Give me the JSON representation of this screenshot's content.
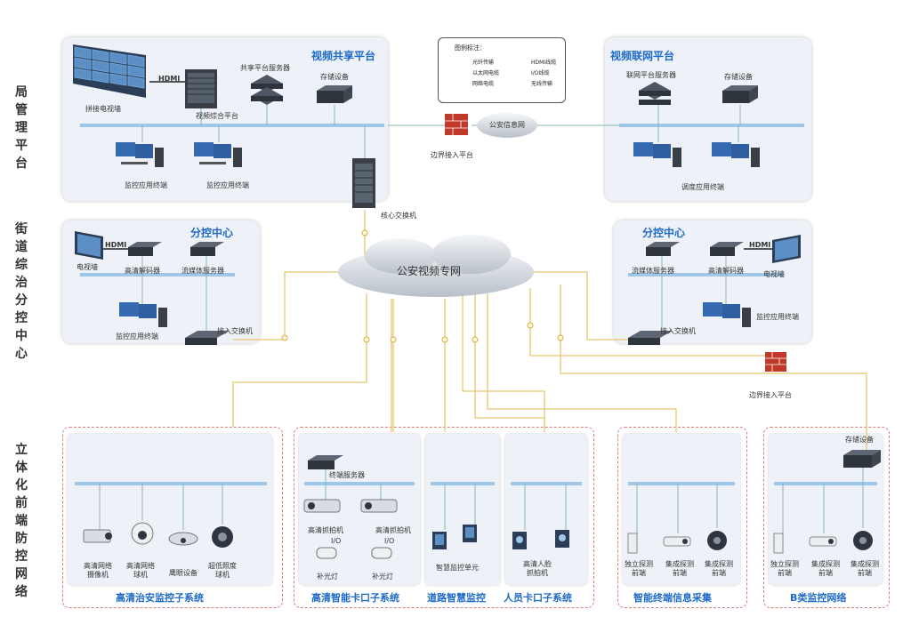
{
  "side_labels": {
    "bureau": "局管理平台",
    "street": "街道综治分控中心",
    "front": "立体化前端防控网络"
  },
  "panels": {
    "video_share": "视频共享平台",
    "video_network": "视频联网平台",
    "sub_center_left": "分控中心",
    "sub_center_right": "分控中心"
  },
  "legend": {
    "title": "图例标注：",
    "items": [
      "光纤传输",
      "HDMI线缆",
      "以太网电缆",
      "I/O线缆",
      "网络电缆",
      "无线传输"
    ]
  },
  "labels": {
    "video_wall": "拼接电视墙",
    "hdmi": "HDMI",
    "video_platform": "视频综合平台",
    "share_server": "共享平台服务器",
    "storage_left": "存储设备",
    "monitor_term_1": "监控应用终端",
    "monitor_term_2": "监控应用终端",
    "core_switch": "核心交换机",
    "border_access_top": "边界接入平台",
    "police_net": "公安信息网",
    "net_server": "联网平台服务器",
    "storage_right": "存储设备",
    "dispatch_term": "调度应用终端",
    "tv_wall_left": "电视墙",
    "hdmi_left": "HDMI",
    "hd_decoder_left": "高清解码器",
    "stream_server_left": "流媒体服务器",
    "monitor_term_left": "监控应用终端",
    "access_switch_left": "接入交换机",
    "police_video_net": "公安视频专网",
    "stream_server_right": "流媒体服务器",
    "hd_decoder_right": "高清解码器",
    "hdmi_right": "HDMI",
    "tv_wall_right": "电视墙",
    "monitor_term_right": "监控应用终端",
    "access_switch_right": "接入交换机",
    "border_access_bottom": "边界接入平台",
    "terminal_server": "终端服务器",
    "hd_capture_1": "高清抓拍机",
    "hd_capture_2": "高清抓拍机",
    "io_1": "I/O",
    "io_2": "I/O",
    "fill_light_1": "补光灯",
    "fill_light_2": "补光灯",
    "smart_unit": "智慧监控单元",
    "face_capture": "高清人脸\n抓拍机",
    "cam_1": "高清网络\n摄像机",
    "cam_2": "高清网络\n球机",
    "cam_3": "鹰眼设备",
    "cam_4": "超低照度\n球机",
    "probe_1a": "独立探测\n前端",
    "probe_1b": "集成探测\n前端",
    "probe_1c": "集成探测\n前端",
    "storage_b": "存储设备",
    "probe_2a": "独立探测\n前端",
    "probe_2b": "集成探测\n前端",
    "probe_2c": "集成探测\n前端"
  },
  "subsystems": {
    "hd_security": "高清治安监控子系统",
    "hd_checkpoint": "高清智能卡口子系统",
    "road_monitor": "道路智慧监控",
    "person_checkpoint": "人员卡口子系统",
    "smart_terminal": "智能终端信息采集",
    "class_b": "B类监控网络"
  },
  "colors": {
    "accent": "#1e6ac9",
    "fiber": "#e8c56e",
    "bus": "#9fc7ea",
    "dashed_border": "#d87c7c"
  }
}
